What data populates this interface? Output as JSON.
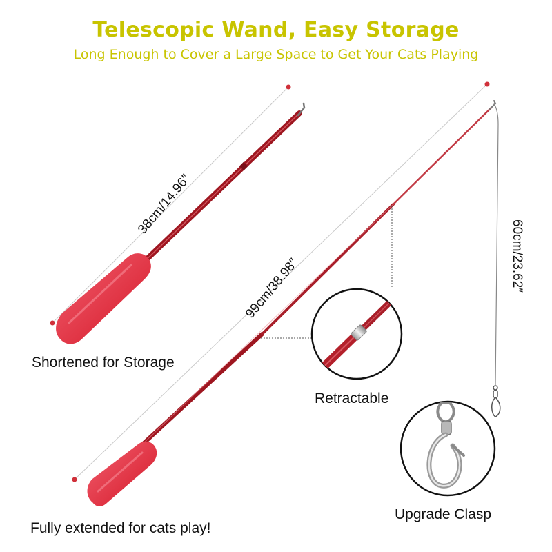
{
  "header": {
    "title": "Telescopic Wand, Easy Storage",
    "subtitle": "Long Enough to Cover a Large Space to Get Your Cats Playing"
  },
  "labels": {
    "short_length": "38cm/14.96″",
    "long_length": "99cm/38.98″",
    "string_length": "60cm/23.62″",
    "shortened": "Shortened for Storage",
    "extended": "Fully extended for cats play!",
    "retractable": "Retractable",
    "clasp": "Upgrade Clasp"
  },
  "colors": {
    "title": "#c8c400",
    "subtitle": "#c8c400",
    "rod": "#b3202b",
    "handle": "#e03444",
    "dimension_dot": "#d0303a"
  }
}
